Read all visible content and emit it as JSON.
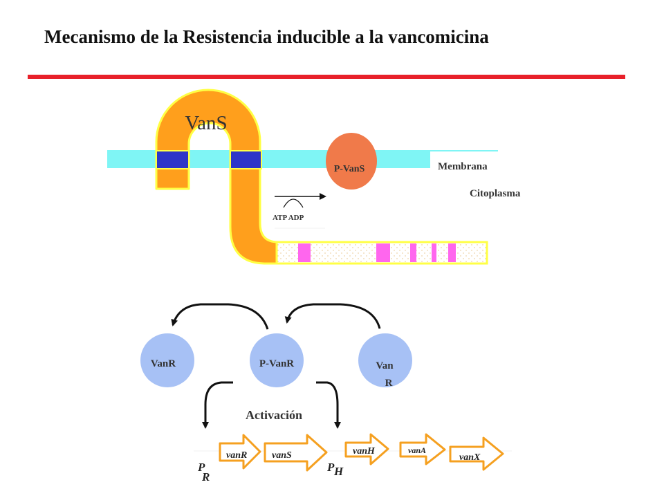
{
  "title": "Mecanismo de la Resistencia inducible a la vancomicina",
  "labels": {
    "vans": "VanS",
    "p_vans": "P-VanS",
    "membrana": "Membrana",
    "citoplasma": "Citoplasma",
    "atp_adp": "ATP ADP",
    "vanr_left": "VanR",
    "p_vanr": "P-VanR",
    "vanr_right_line1": "Van",
    "vanr_right_line2": "R",
    "activacion": "Activación"
  },
  "genes": {
    "vanR": "vanR",
    "vanS": "vanS",
    "vanH": "vanH",
    "vanA": "vanA",
    "vanX": "vanX"
  },
  "promoters": {
    "pr_p": "P",
    "pr_sub": "R",
    "ph_p": "P",
    "ph_sub": "H"
  },
  "colors": {
    "title_rule": "#e8202a",
    "membrane": "#7ff5f5",
    "vans_body": "#ff9f1c",
    "vans_outline": "#ffff44",
    "tm_segment": "#2d35c8",
    "p_vans": "#f07a4a",
    "vanr_circle": "#a7c1f5",
    "magenta_band": "#ff66ee",
    "gene_arrow_fill": "#ffffff",
    "gene_arrow_stroke": "#f5a020"
  }
}
